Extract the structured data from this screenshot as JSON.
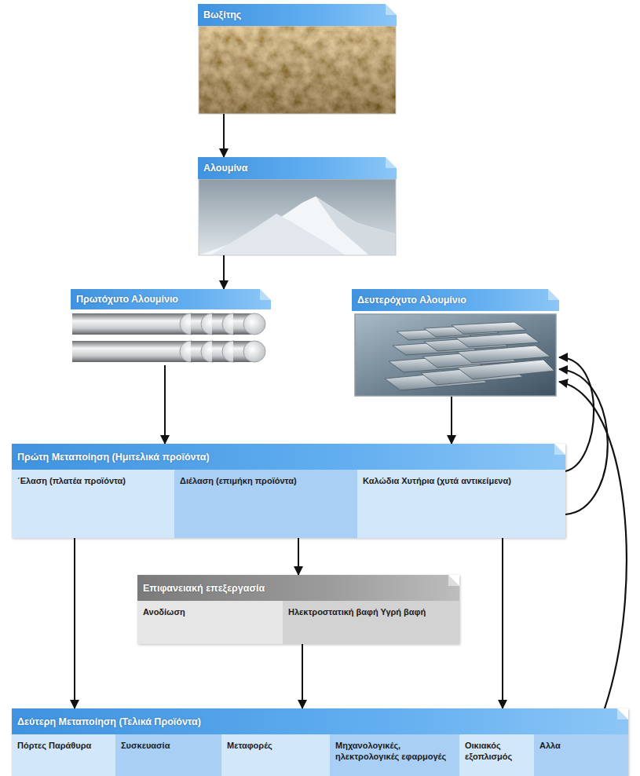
{
  "diagram": {
    "nodes": [
      {
        "text": [
          "Βωξίτης"
        ]
      },
      {
        "text": [
          "Αλουμίνα"
        ]
      },
      {
        "text": [
          "Πρωτόχυτο Αλουμίνιο"
        ]
      },
      {
        "text": [
          "Δευτερόχυτο Αλουμίνιο"
        ]
      },
      {
        "text": [
          "Πρώτη Μεταποίηση (Ημιτελικά προϊόντα)"
        ]
      },
      {
        "text": [
          "΄Ελαση (πλατέα προϊόντα)"
        ],
        "in": 4
      },
      {
        "text": [
          "Διέλαση (επιμήκη προϊόντα)"
        ],
        "in": 4
      },
      {
        "text": [
          "Καλώδια Χυτήρια (χυτά αντικείμενα)"
        ],
        "in": 4
      },
      {
        "text": [
          "Επιφανειακή επεξεργασία"
        ]
      },
      {
        "text": [
          "Ανοδίωση"
        ],
        "in": 8
      },
      {
        "text": [
          "Ηλεκτροστατική βαφή Υγρή βαφή"
        ],
        "in": 8
      },
      {
        "text": [
          "Δεύτερη Μεταποίηση (Τελικά Προϊόντα)"
        ]
      },
      {
        "text": [
          "Πόρτες Παράθυρα"
        ],
        "in": 11
      },
      {
        "text": [
          "Συσκευασία"
        ],
        "in": 11
      },
      {
        "text": [
          "Μεταφορές"
        ],
        "in": 11
      },
      {
        "text": [
          "Μηχανολογικές, ηλεκτρολογικές εφαρμογές"
        ],
        "in": 11
      },
      {
        "text": [
          "Οικιακός εξοπλισμός"
        ],
        "in": 11
      },
      {
        "text": [
          "Αλλα"
        ],
        "in": 11
      }
    ],
    "edges": [
      {
        "from": 0,
        "to": 1,
        "arrow": "to"
      },
      {
        "from": 1,
        "to": 2,
        "arrow": "to"
      },
      {
        "from": 2,
        "to": 4,
        "arrow": "to"
      },
      {
        "from": 3,
        "to": 4,
        "arrow": "to"
      },
      {
        "from": 4,
        "to": 8,
        "arrow": "to"
      },
      {
        "from": 8,
        "to": 11,
        "arrow": "to"
      },
      {
        "from": 4,
        "to": 11,
        "arrow": "to"
      },
      {
        "from": 4,
        "to": 11,
        "arrow": "to"
      },
      {
        "from": 11,
        "to": 3,
        "arrow": "to"
      },
      {
        "from": 4,
        "to": 3,
        "arrow": "to"
      },
      {
        "from": 4,
        "to": 3,
        "arrow": "to"
      }
    ]
  }
}
